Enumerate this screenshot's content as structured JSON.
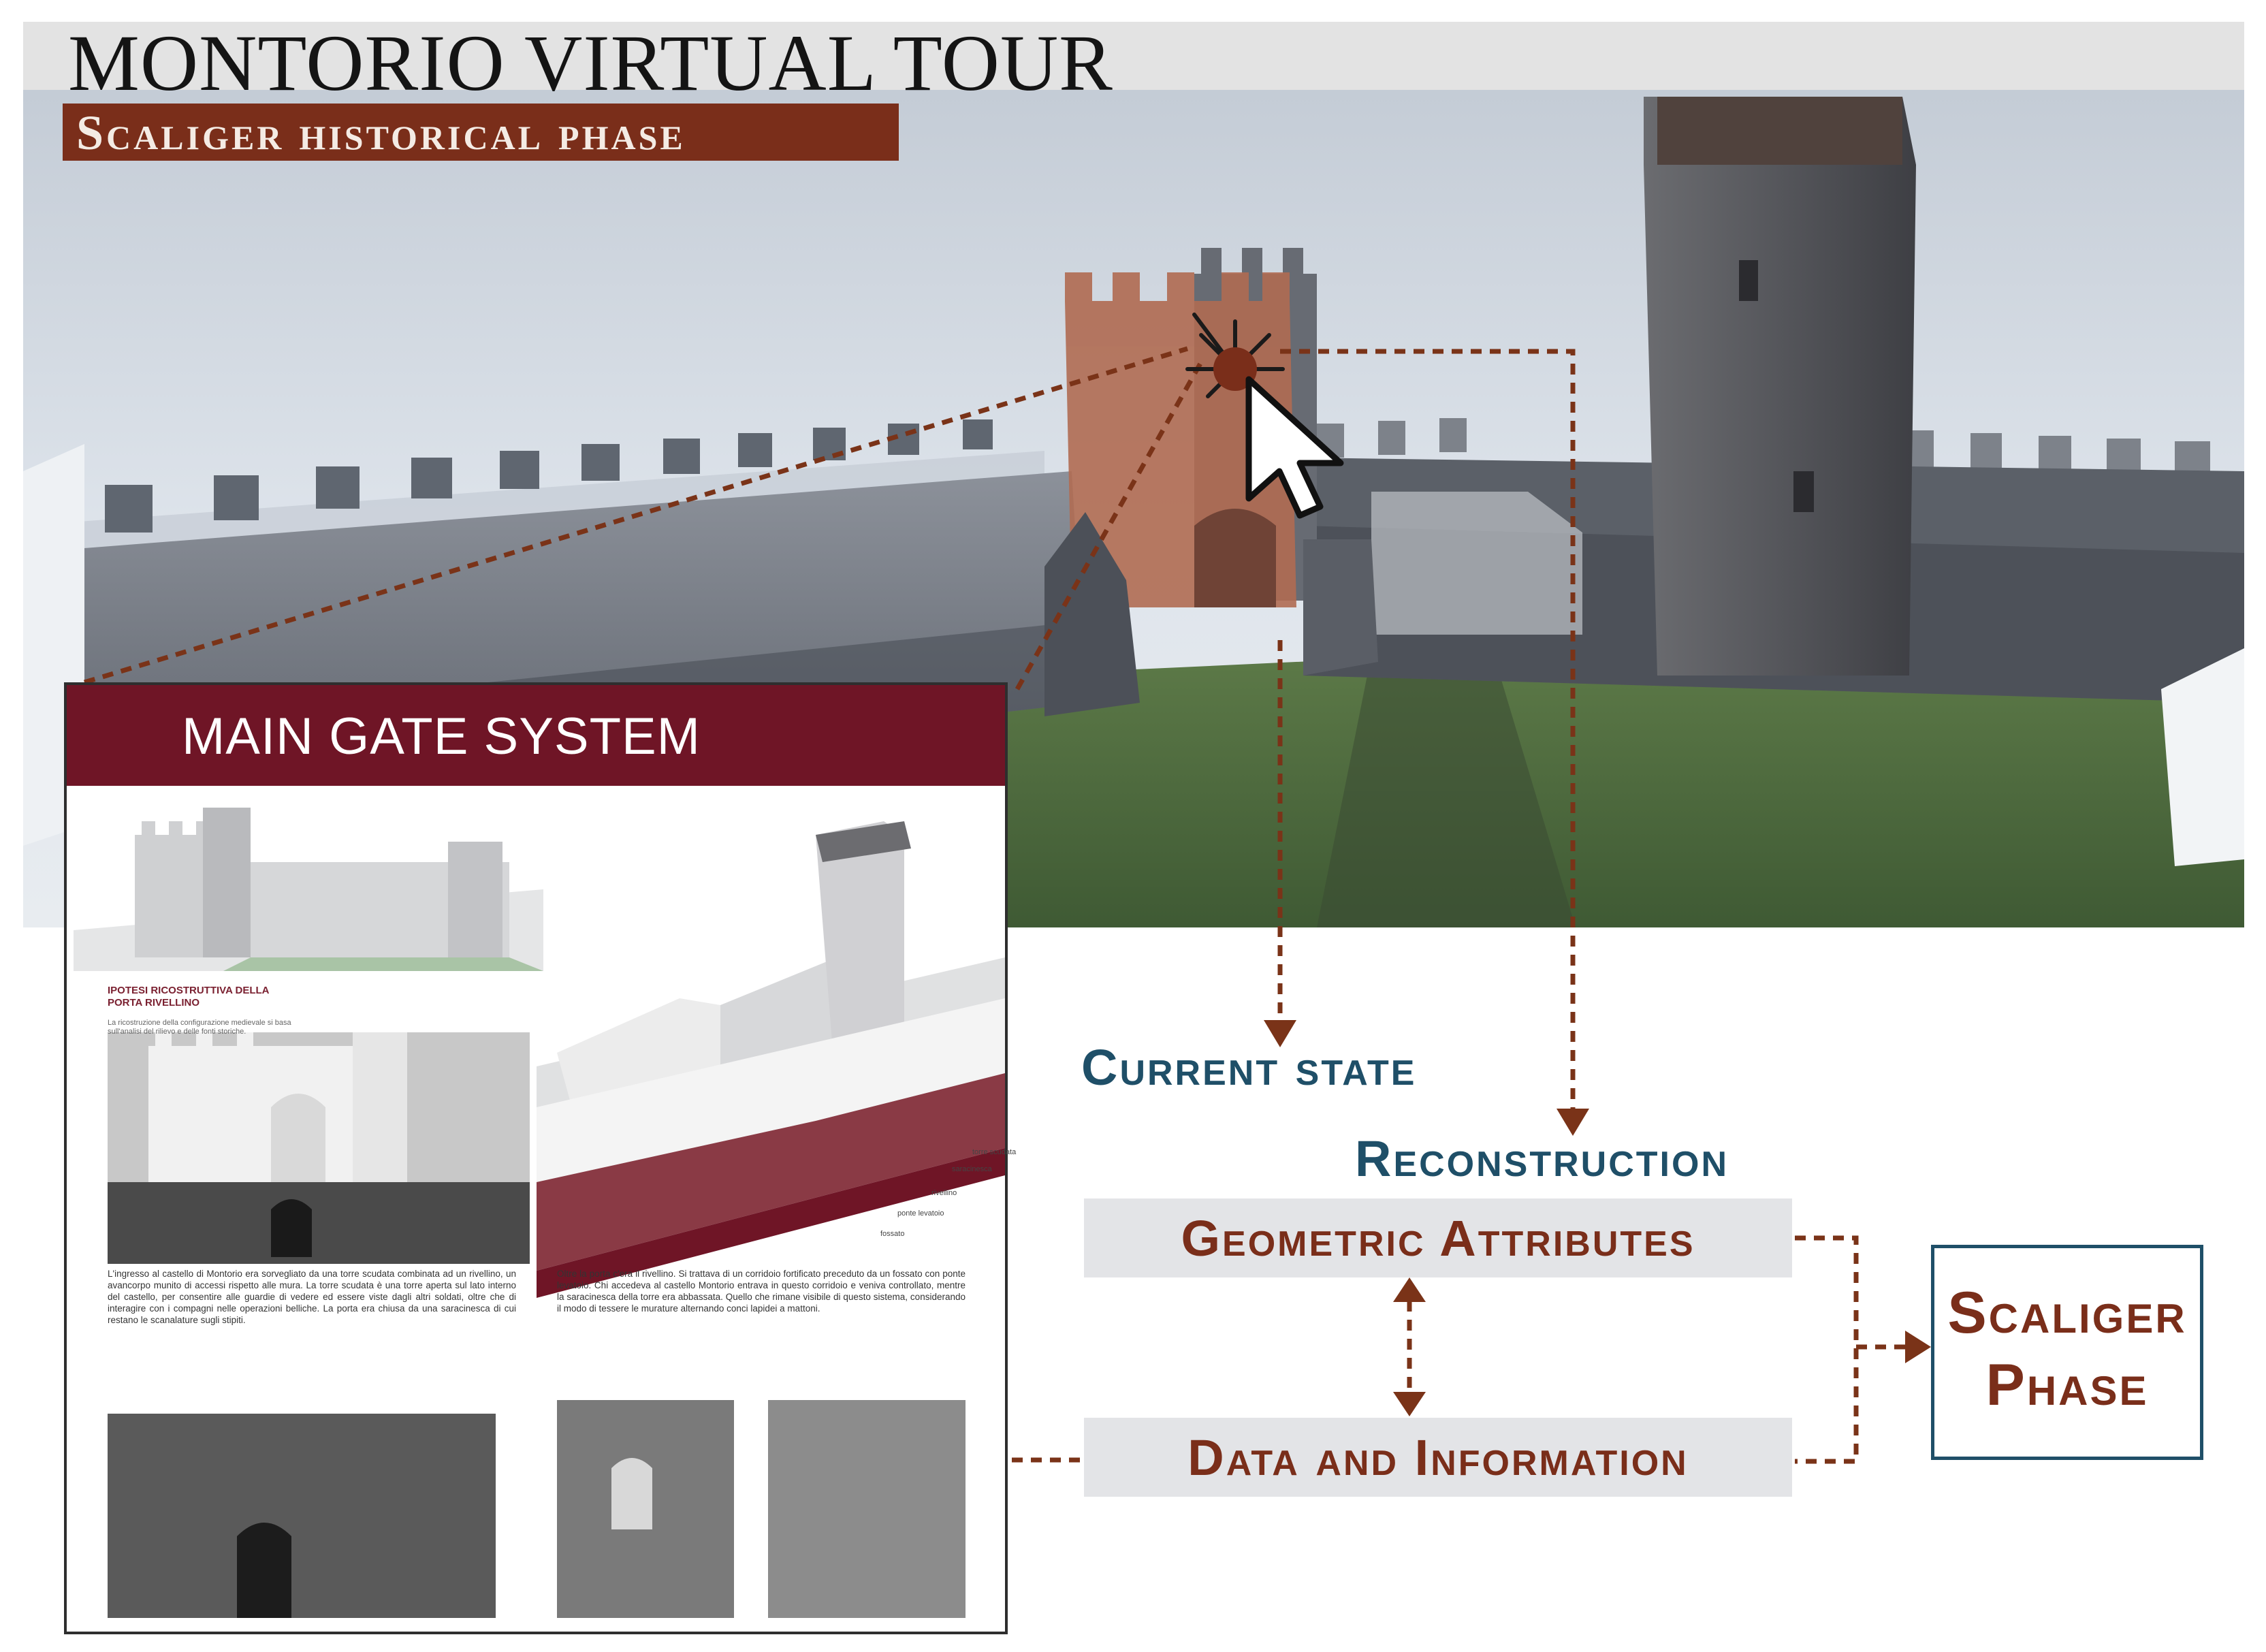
{
  "header": {
    "title": "MONTORIO VIRTUAL TOUR",
    "subtitle": "Scaliger historical phase"
  },
  "panel": {
    "title": "MAIN GATE SYSTEM",
    "caption_title": "IPOTESI RICOSTRUTTIVA DELLA PORTA RIVELLINO",
    "caption_text": "La ricostruzione della configurazione medievale si basa sull'analisi del rilievo e delle fonti storiche.",
    "body_left": "L'ingresso al castello di Montorio era sorvegliato da una torre scudata combinata ad un rivellino, un avancorpo munito di accessi rispetto alle mura. La torre scudata è una torre aperta sul lato interno del castello, per consentire alle guardie di vedere ed essere viste dagli altri soldati, oltre che di interagire con i compagni nelle operazioni belliche. La porta era chiusa da una saracinesca di cui restano le scanalature sugli stipiti.",
    "body_right": "Oltre la porta c'era il rivellino. Si trattava di un corridoio fortificato preceduto da un fossato con ponte levatoio. Chi accedeva al castello Montorio entrava in questo corridoio e veniva controllato, mentre la saracinesca della torre era abbassata. Quello che rimane visibile di questo sistema, considerando il modo di tessere le murature alternando conci lapidei a mattoni.",
    "labels": [
      "torre scudata",
      "saracinesca",
      "rivellino",
      "ponte levatoio",
      "fossato"
    ]
  },
  "diagram": {
    "current_state": "Current state",
    "reconstruction": "Reconstruction",
    "geometric_attributes": "Geometric Attributes",
    "data_information": "Data and Information",
    "phase_line1": "Scaliger",
    "phase_line2": "Phase"
  },
  "colors": {
    "accent_brown": "#7a2e1a",
    "panel_red": "#6f1526",
    "label_blue": "#1f4f68",
    "box_gray": "#e3e4e7",
    "dashed_line": "#7a3318"
  },
  "icons": [
    "cursor-arrow-icon",
    "click-burst-icon"
  ]
}
